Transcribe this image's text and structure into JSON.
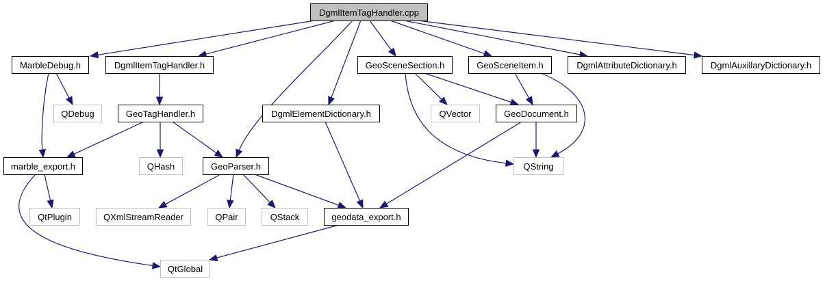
{
  "diagram": {
    "type": "include-dependency-graph",
    "root": "DgmlItemTagHandler.cpp",
    "nodes": [
      {
        "id": "root",
        "label": "DgmlItemTagHandler.cpp",
        "kind": "root"
      },
      {
        "id": "marbledebug",
        "label": "MarbleDebug.h",
        "kind": "documented"
      },
      {
        "id": "dgmlitemtaghandler_h",
        "label": "DgmlItemTagHandler.h",
        "kind": "documented"
      },
      {
        "id": "geoscenesection",
        "label": "GeoSceneSection.h",
        "kind": "documented"
      },
      {
        "id": "geosceneitem",
        "label": "GeoSceneItem.h",
        "kind": "documented"
      },
      {
        "id": "dgmlattributedictionary",
        "label": "DgmlAttributeDictionary.h",
        "kind": "documented"
      },
      {
        "id": "dgmlauxillarydictionary",
        "label": "DgmlAuxillaryDictionary.h",
        "kind": "documented"
      },
      {
        "id": "qdebug",
        "label": "QDebug",
        "kind": "external"
      },
      {
        "id": "geotaghandler",
        "label": "GeoTagHandler.h",
        "kind": "documented"
      },
      {
        "id": "dgmlelementdictionary",
        "label": "DgmlElementDictionary.h",
        "kind": "documented"
      },
      {
        "id": "qvector",
        "label": "QVector",
        "kind": "external"
      },
      {
        "id": "geodocument",
        "label": "GeoDocument.h",
        "kind": "documented"
      },
      {
        "id": "marble_export",
        "label": "marble_export.h",
        "kind": "documented"
      },
      {
        "id": "qhash",
        "label": "QHash",
        "kind": "external"
      },
      {
        "id": "geoparser",
        "label": "GeoParser.h",
        "kind": "documented"
      },
      {
        "id": "qstring",
        "label": "QString",
        "kind": "external"
      },
      {
        "id": "qtplugin",
        "label": "QtPlugin",
        "kind": "external"
      },
      {
        "id": "qxmlstreamreader",
        "label": "QXmlStreamReader",
        "kind": "external"
      },
      {
        "id": "qpair",
        "label": "QPair",
        "kind": "external"
      },
      {
        "id": "qstack",
        "label": "QStack",
        "kind": "external"
      },
      {
        "id": "geodata_export",
        "label": "geodata_export.h",
        "kind": "documented"
      },
      {
        "id": "qtglobal",
        "label": "QtGlobal",
        "kind": "external"
      }
    ],
    "edges": [
      {
        "from": "root",
        "to": "marbledebug"
      },
      {
        "from": "root",
        "to": "dgmlitemtaghandler_h"
      },
      {
        "from": "root",
        "to": "geoparser"
      },
      {
        "from": "root",
        "to": "dgmlelementdictionary"
      },
      {
        "from": "root",
        "to": "geoscenesection"
      },
      {
        "from": "root",
        "to": "geosceneitem"
      },
      {
        "from": "root",
        "to": "dgmlattributedictionary"
      },
      {
        "from": "root",
        "to": "dgmlauxillarydictionary"
      },
      {
        "from": "marbledebug",
        "to": "qdebug"
      },
      {
        "from": "marbledebug",
        "to": "marble_export"
      },
      {
        "from": "dgmlitemtaghandler_h",
        "to": "geotaghandler"
      },
      {
        "from": "geotaghandler",
        "to": "marble_export"
      },
      {
        "from": "geotaghandler",
        "to": "qhash"
      },
      {
        "from": "geotaghandler",
        "to": "geoparser"
      },
      {
        "from": "marble_export",
        "to": "qtplugin"
      },
      {
        "from": "marble_export",
        "to": "qtglobal"
      },
      {
        "from": "geoparser",
        "to": "qxmlstreamreader"
      },
      {
        "from": "geoparser",
        "to": "qpair"
      },
      {
        "from": "geoparser",
        "to": "qstack"
      },
      {
        "from": "geoparser",
        "to": "geodata_export"
      },
      {
        "from": "dgmlelementdictionary",
        "to": "geodata_export"
      },
      {
        "from": "geoscenesection",
        "to": "qvector"
      },
      {
        "from": "geoscenesection",
        "to": "geodocument"
      },
      {
        "from": "geoscenesection",
        "to": "qstring"
      },
      {
        "from": "geosceneitem",
        "to": "geodocument"
      },
      {
        "from": "geosceneitem",
        "to": "qstring"
      },
      {
        "from": "geodocument",
        "to": "qstring"
      },
      {
        "from": "geodocument",
        "to": "geodata_export"
      },
      {
        "from": "geodata_export",
        "to": "qtglobal"
      }
    ],
    "colors": {
      "edge": "#191970",
      "root_fill": "#bfbfbf",
      "documented_border": "#000000",
      "external_border": "#bfbfbf"
    }
  }
}
